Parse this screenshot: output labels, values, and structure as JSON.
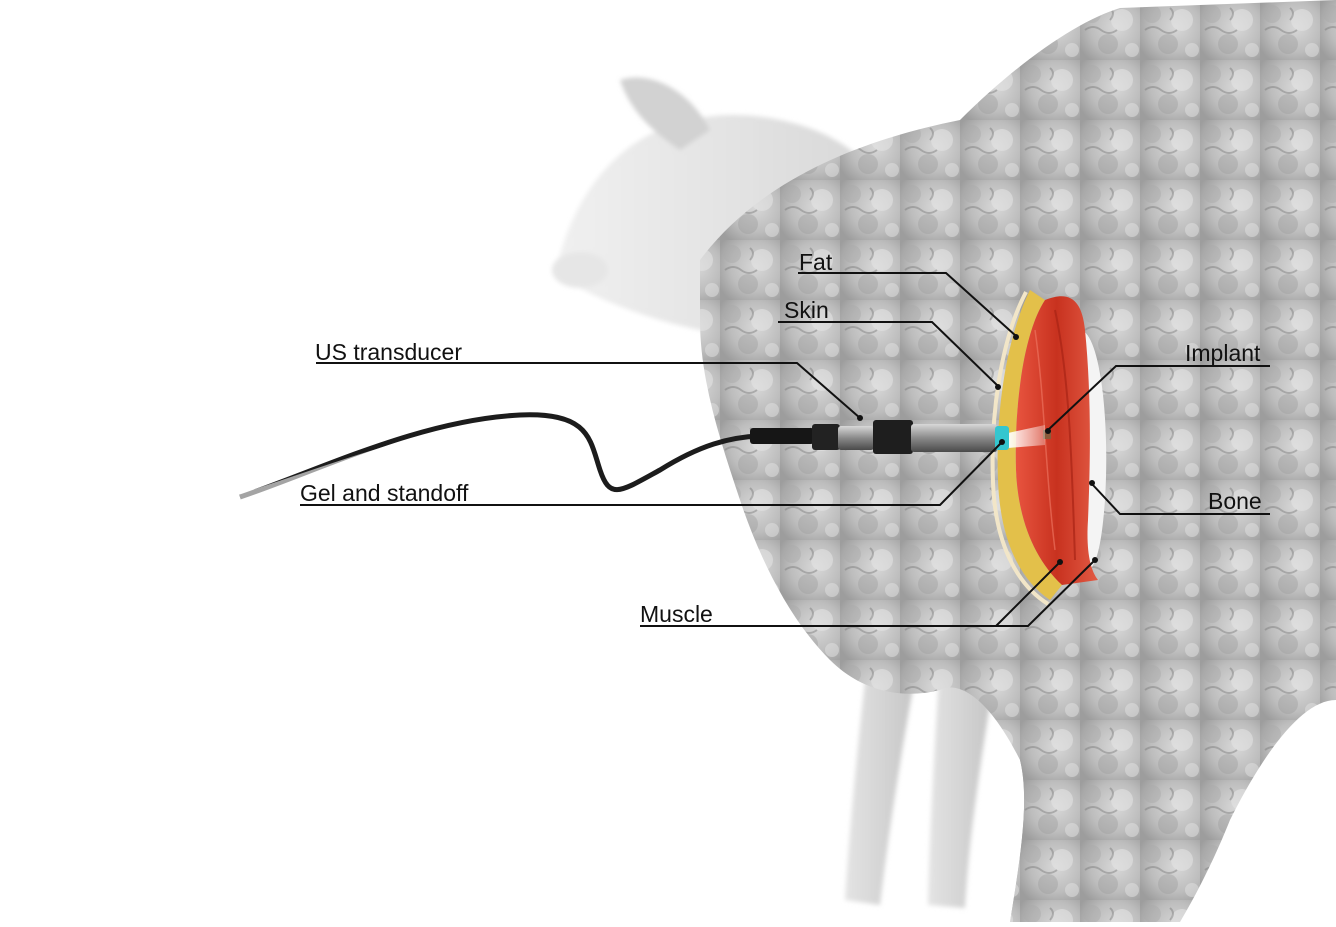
{
  "labels": {
    "fat": "Fat",
    "skin": "Skin",
    "us_transducer": "US transducer",
    "implant": "Implant",
    "gel_and_standoff": "Gel and standoff",
    "bone": "Bone",
    "muscle": "Muscle"
  },
  "colors": {
    "sheep_wool": "#c9c9c9",
    "muscle": "#d23a2b",
    "fat": "#e6c24a",
    "gel": "#35c6cf",
    "leader_line": "#111111",
    "cable": "#1c1c1c"
  }
}
